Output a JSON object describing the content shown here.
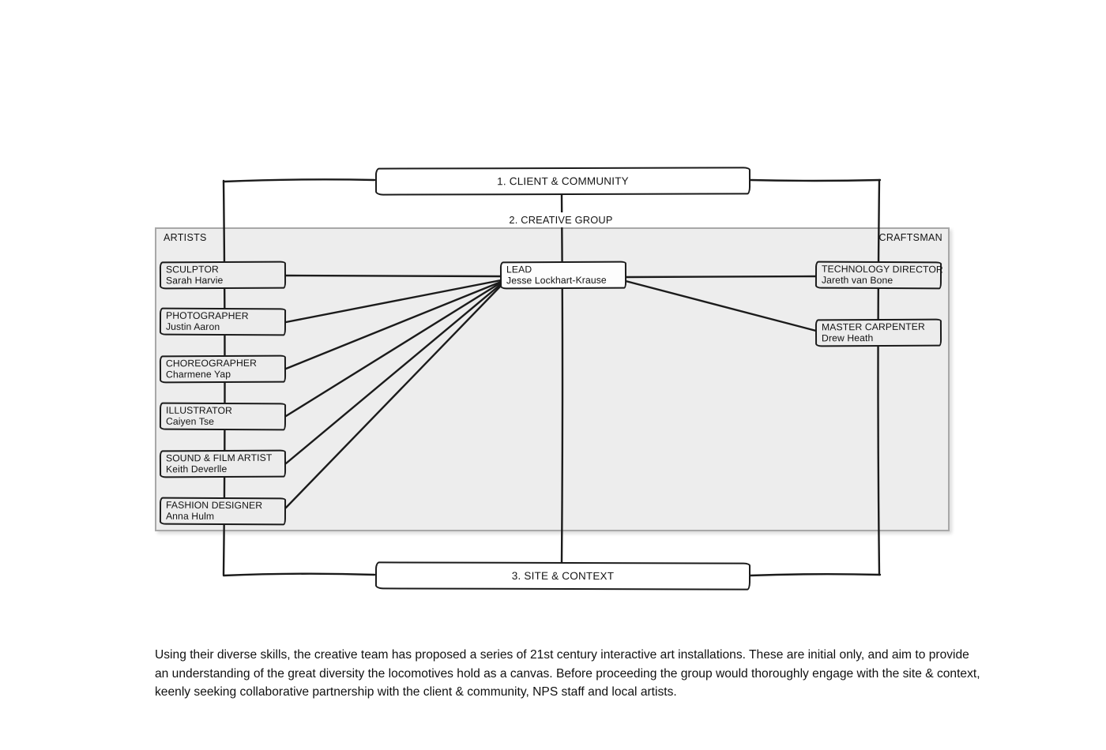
{
  "diagram": {
    "top_node": "1. CLIENT & COMMUNITY",
    "group_label": "2. CREATIVE GROUP",
    "bottom_node": "3. SITE & CONTEXT",
    "left_section_label": "ARTISTS",
    "right_section_label": "CRAFTSMAN",
    "lead": {
      "role": "LEAD",
      "name": "Jesse Lockhart-Krause"
    },
    "artists": [
      {
        "role": "SCULPTOR",
        "name": "Sarah Harvie"
      },
      {
        "role": "PHOTOGRAPHER",
        "name": "Justin Aaron"
      },
      {
        "role": "CHOREOGRAPHER",
        "name": "Charmene Yap"
      },
      {
        "role": "ILLUSTRATOR",
        "name": "Caiyen Tse"
      },
      {
        "role": "SOUND & FILM ARTIST",
        "name": "Keith Deverlle"
      },
      {
        "role": "FASHION DESIGNER",
        "name": "Anna Hulm"
      }
    ],
    "craftsmen": [
      {
        "role": "TECHNOLOGY DIRECTOR",
        "name": "Jareth van Bone"
      },
      {
        "role": "MASTER CARPENTER",
        "name": "Drew Heath"
      }
    ]
  },
  "caption": {
    "text": "Using their diverse skills, the creative team has proposed a series of 21st century interactive art installations. These are initial only, and aim to provide an understanding of the great diversity the locomotives hold as a canvas. Before proceeding the group would thoroughly engage with the site & context, keenly seeking collaborative partnership with the client & community, NPS staff and local artists."
  },
  "colors": {
    "line": "#1b1b1b",
    "panel_fill": "#ededed",
    "panel_border": "#a8a8a8",
    "node_fill": "#ececec",
    "background": "#ffffff"
  }
}
